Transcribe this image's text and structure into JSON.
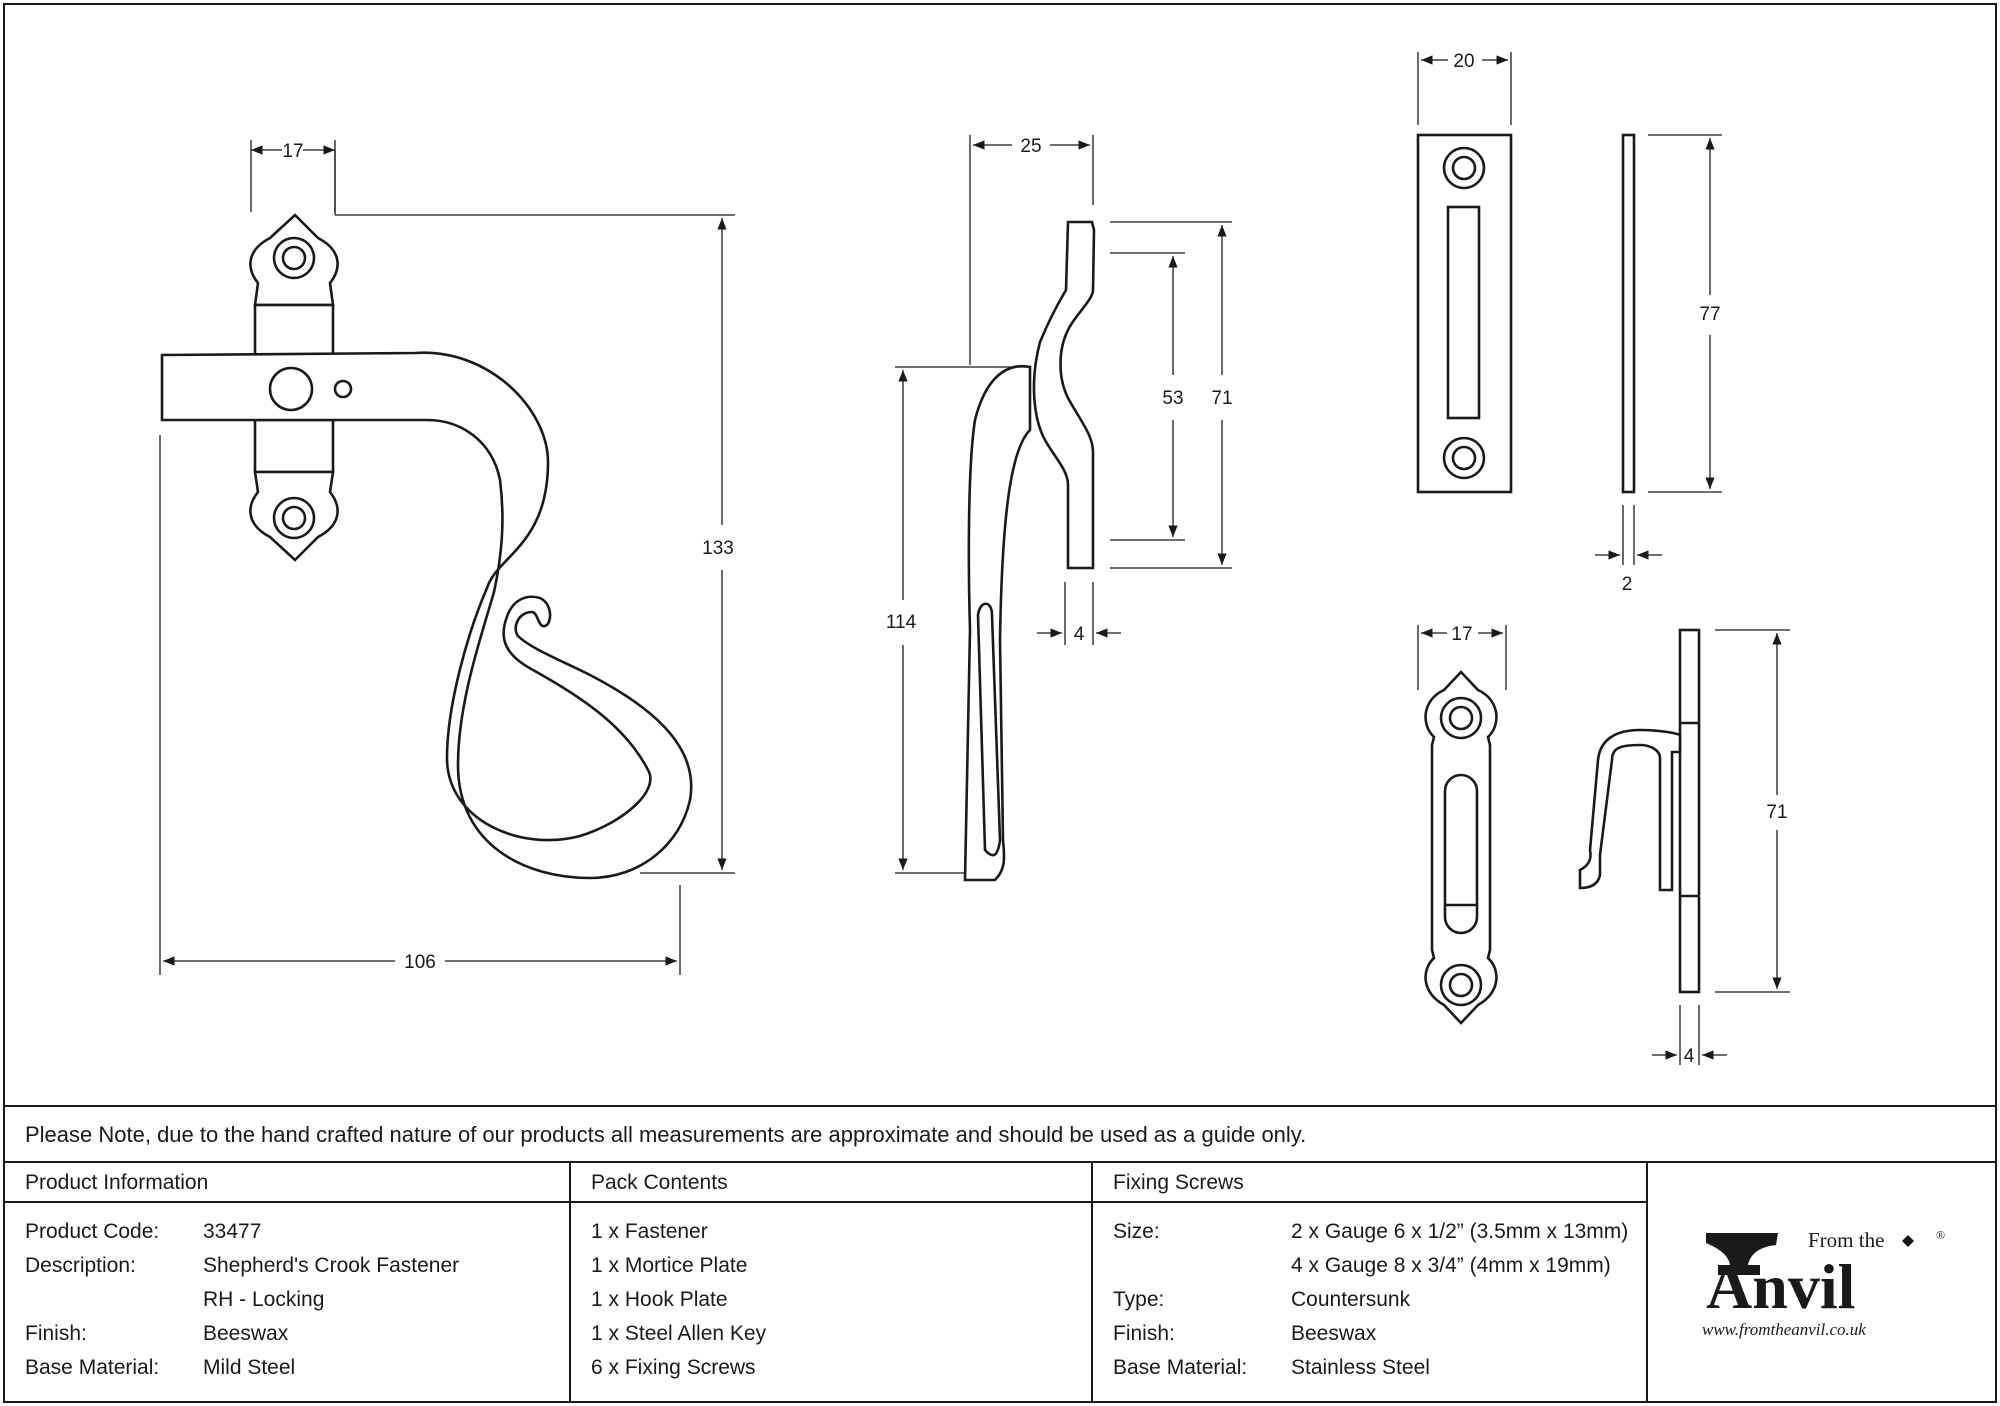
{
  "dimensions": {
    "fastener_width": "17",
    "fastener_height": "133",
    "fastener_length": "106",
    "side_offset": "25",
    "side_height": "114",
    "hook_inner": "53",
    "hook_outer": "71",
    "hook_thickness": "4",
    "mortice_width": "20",
    "mortice_height": "77",
    "mortice_thickness": "2",
    "hook_plate_width": "17",
    "hook_plate_height": "71",
    "hook_plate_thickness": "4"
  },
  "note": "Please Note, due to the hand crafted nature of our products all measurements are approximate and should be used as a guide only.",
  "product_info": {
    "title": "Product Information",
    "code_label": "Product Code:",
    "code": "33477",
    "description_label": "Description:",
    "description_line1": "Shepherd's Crook Fastener",
    "description_line2": "RH - Locking",
    "finish_label": "Finish:",
    "finish": "Beeswax",
    "material_label": "Base Material:",
    "material": "Mild Steel"
  },
  "pack_contents": {
    "title": "Pack Contents",
    "items": [
      "1 x Fastener",
      "1 x Mortice Plate",
      "1 x Hook Plate",
      "1 x Steel Allen Key",
      "6 x Fixing Screws"
    ]
  },
  "fixing_screws": {
    "title": "Fixing Screws",
    "size_label": "Size:",
    "size_line1": "2 x Gauge 6 x 1/2” (3.5mm x 13mm)",
    "size_line2": "4 x Gauge 8 x 3/4” (4mm x 19mm)",
    "type_label": "Type:",
    "type": "Countersunk",
    "finish_label": "Finish:",
    "finish": "Beeswax",
    "material_label": "Base Material:",
    "material": "Stainless Steel"
  },
  "logo": {
    "small_text": "From the",
    "big_text": "Anvil",
    "registered": "®",
    "url": "www.fromtheanvil.co.uk"
  }
}
